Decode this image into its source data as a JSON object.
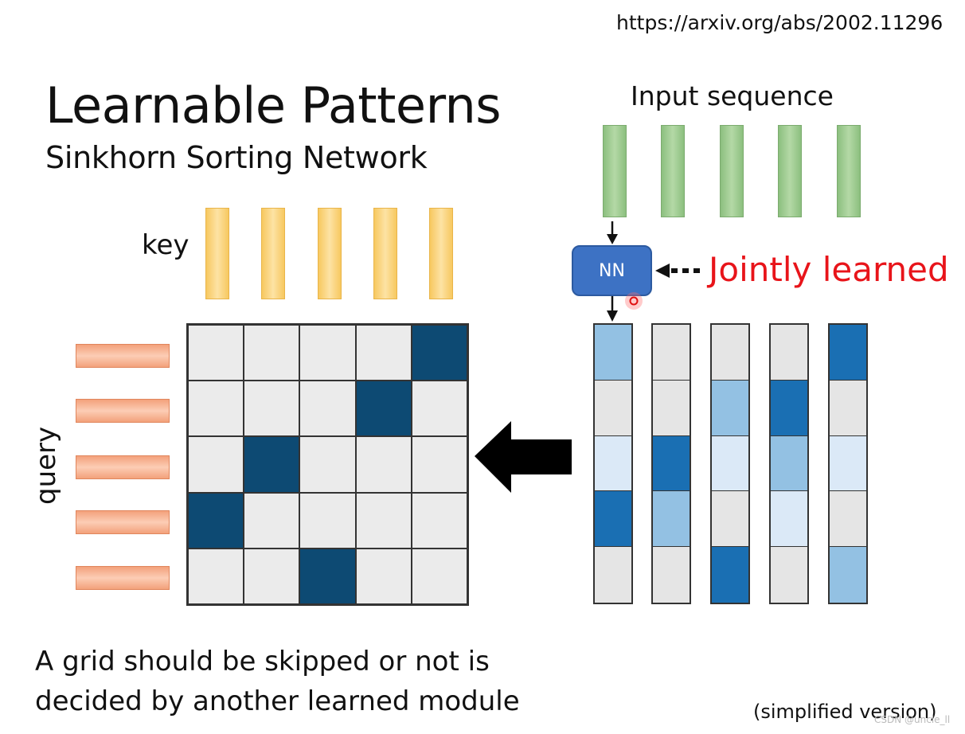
{
  "source_url": "https://arxiv.org/abs/2002.11296",
  "title": "Learnable Patterns",
  "subtitle": "Sinkhorn Sorting Network",
  "input_sequence_label": "Input sequence",
  "key_label": "key",
  "query_label": "query",
  "nn_label": "NN",
  "jointly_label": "Jointly learned",
  "description": [
    "A grid should be skipped or not is",
    "decided by another learned module"
  ],
  "note": "(simplified version)",
  "watermark": "CSDN @uncle_ll",
  "colors": {
    "input": "#8cbf7f",
    "key": "#f7c860",
    "query": "#f3a17b",
    "grid_on": "#0d4a73",
    "grid_off": "#ebebeb",
    "nn": "#3d72c4",
    "jointly": "#e8141a"
  },
  "attention_grid": [
    [
      0,
      0,
      0,
      0,
      1
    ],
    [
      0,
      0,
      0,
      1,
      0
    ],
    [
      0,
      1,
      0,
      0,
      0
    ],
    [
      1,
      0,
      0,
      0,
      0
    ],
    [
      0,
      0,
      1,
      0,
      0
    ]
  ],
  "output_columns": [
    [
      2,
      0,
      1,
      3,
      0
    ],
    [
      0,
      0,
      3,
      2,
      0
    ],
    [
      0,
      2,
      1,
      0,
      3
    ],
    [
      0,
      3,
      2,
      1,
      0
    ],
    [
      3,
      0,
      1,
      0,
      2
    ]
  ]
}
